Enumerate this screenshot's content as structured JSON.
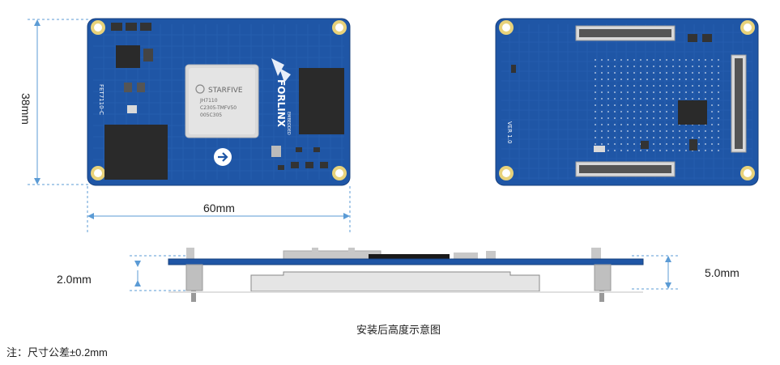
{
  "dimensions": {
    "height_label": "38mm",
    "width_label": "60mm",
    "pcb_thickness_label": "2.0mm",
    "mounted_height_label": "5.0mm"
  },
  "front_board": {
    "model_label": "FET7110-C",
    "brand_text": "FORLINX",
    "brand_sub": "EMBEDDED",
    "soc": {
      "brand": "STARFIVE",
      "line1": "JH7110",
      "line2": "C2305-TMFV50",
      "line3": "005C305"
    }
  },
  "back_board": {
    "version_label": "VER 1.0"
  },
  "captions": {
    "side_view": "安装后高度示意图",
    "note": "注：尺寸公差±0.2mm"
  },
  "colors": {
    "pcb_blue": "#1f56a6",
    "pcb_light": "#2f6fc4",
    "mount_hole": "#e8d27a",
    "dim_line": "#5b9bd5",
    "shield": "#2a2a2a",
    "chip_silver": "#d9d9d9"
  }
}
